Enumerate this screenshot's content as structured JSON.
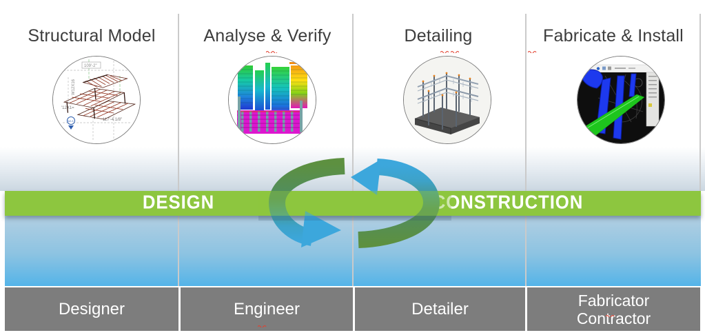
{
  "diagram": {
    "type": "design-construction-process-cycle",
    "band": {
      "design_label": "DESIGN",
      "construction_label": "CONSTRUCTION",
      "color": "#8DC63F"
    },
    "columns": [
      {
        "title": "Structural Model",
        "role": "Designer",
        "image": "3d-structural-wireframe-model"
      },
      {
        "title": "Analyse & Verify",
        "role": "Engineer",
        "image": "structural-analysis-color-contour-model"
      },
      {
        "title": "Detailing",
        "role": "Detailer",
        "image": "steel-detailing-3d-model"
      },
      {
        "title": "Fabricate & Install",
        "role_line1": "Fabricator",
        "role_line2": "Contractor",
        "image": "fabrication-software-screenshot"
      }
    ],
    "cycle_arrows": {
      "green": "#5D9040",
      "blue": "#3CA7DC"
    },
    "colors": {
      "band_green": "#8DC63F",
      "role_box_gray": "#7D7D7D",
      "title_text": "#3D3D3D",
      "gradient_blue_bottom": "#54B4E8"
    }
  }
}
